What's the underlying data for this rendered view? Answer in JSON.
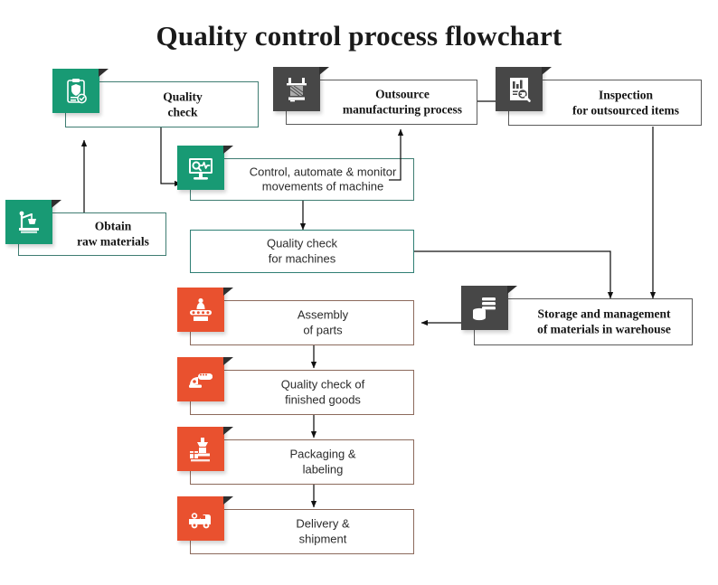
{
  "title": "Quality control process flowchart",
  "colors": {
    "green": "#189a74",
    "gray": "#474747",
    "red": "#e9512f",
    "teal_border": "#3f7d72",
    "text": "#151515",
    "background": "#ffffff"
  },
  "nodes": [
    {
      "id": "quality-check",
      "label_lines": [
        "Quality",
        "check"
      ],
      "label": "Quality check",
      "icon": "clipboard-shield-check-icon",
      "tile_color": "green",
      "font": "serif"
    },
    {
      "id": "outsource-manufacturing",
      "label_lines": [
        "Outsource",
        "manufacturing process"
      ],
      "label": "Outsource manufacturing process",
      "icon": "factory-press-icon",
      "tile_color": "gray",
      "font": "serif"
    },
    {
      "id": "inspection-outsourced",
      "label_lines": [
        "Inspection",
        "for outsourced  items"
      ],
      "label": "Inspection for outsourced items",
      "icon": "report-magnifier-icon",
      "tile_color": "gray",
      "font": "serif"
    },
    {
      "id": "control-automate-monitor",
      "label_lines": [
        "Control,  automate  &  monitor",
        "movements  of machine"
      ],
      "label": "Control, automate & monitor movements of machine",
      "icon": "monitor-waveform-icon",
      "tile_color": "green",
      "font": "sans"
    },
    {
      "id": "obtain-raw-materials",
      "label_lines": [
        "Obtain",
        "raw materials"
      ],
      "label": "Obtain raw materials",
      "icon": "crane-excavator-icon",
      "tile_color": "green",
      "font": "serif"
    },
    {
      "id": "quality-check-machines",
      "label_lines": [
        "Quality check",
        "for machines"
      ],
      "label": "Quality check for machines",
      "icon": "none",
      "tile_color": "none",
      "font": "sans"
    },
    {
      "id": "assembly-of-parts",
      "label_lines": [
        "Assembly",
        "of parts"
      ],
      "label": "Assembly of parts",
      "icon": "conveyor-assembly-icon",
      "tile_color": "red",
      "font": "sans"
    },
    {
      "id": "storage-management",
      "label_lines": [
        "Storage and management",
        "of materials in warehouse"
      ],
      "label": "Storage and management of materials in warehouse",
      "icon": "stacked-boxes-icon",
      "tile_color": "gray",
      "font": "serif"
    },
    {
      "id": "quality-check-finished",
      "label_lines": [
        "Quality check of",
        "finished goods"
      ],
      "label": "Quality check of finished goods",
      "icon": "power-tool-grinder-icon",
      "tile_color": "red",
      "font": "sans"
    },
    {
      "id": "packaging-labeling",
      "label_lines": [
        "Packaging &",
        "labeling"
      ],
      "label": "Packaging & labeling",
      "icon": "packaging-press-icon",
      "tile_color": "red",
      "font": "sans"
    },
    {
      "id": "delivery-shipment",
      "label_lines": [
        "Delivery  &",
        "shipment"
      ],
      "label": "Delivery & shipment",
      "icon": "delivery-truck-icon",
      "tile_color": "red",
      "font": "sans"
    }
  ],
  "connections": [
    {
      "from": "obtain-raw-materials",
      "to": "quality-check"
    },
    {
      "from": "quality-check",
      "to": "control-automate-monitor"
    },
    {
      "from": "control-automate-monitor",
      "to": "outsource-manufacturing"
    },
    {
      "from": "outsource-manufacturing",
      "to": "inspection-outsourced"
    },
    {
      "from": "control-automate-monitor",
      "to": "quality-check-machines"
    },
    {
      "from": "quality-check-machines",
      "to": "storage-management"
    },
    {
      "from": "inspection-outsourced",
      "to": "storage-management"
    },
    {
      "from": "storage-management",
      "to": "assembly-of-parts"
    },
    {
      "from": "assembly-of-parts",
      "to": "quality-check-finished"
    },
    {
      "from": "quality-check-finished",
      "to": "packaging-labeling"
    },
    {
      "from": "packaging-labeling",
      "to": "delivery-shipment"
    }
  ]
}
